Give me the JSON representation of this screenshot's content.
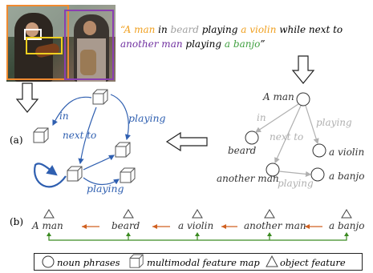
{
  "caption": {
    "tokens": [
      {
        "text": "“A man",
        "color": "#f0a020"
      },
      {
        "text": " in ",
        "color": "#000000"
      },
      {
        "text": "beard",
        "color": "#a0a0a0"
      },
      {
        "text": " playing ",
        "color": "#000000"
      },
      {
        "text": "a violin",
        "color": "#f0a020"
      },
      {
        "text": " while next to ",
        "color": "#000000"
      },
      {
        "text": "another man",
        "color": "#7030a0"
      },
      {
        "text": " playing ",
        "color": "#000000"
      },
      {
        "text": "a banjo",
        "color": "#40a040"
      },
      {
        "text": "”",
        "color": "#000000"
      }
    ]
  },
  "sections": {
    "a": "(a)",
    "b": "(b)"
  },
  "left_graph": {
    "edges": [
      "in",
      "next to",
      "playing",
      "playing"
    ],
    "edge_color": "#2f5fb0"
  },
  "right_graph": {
    "nodes": [
      "A man",
      "beard",
      "a violin",
      "another man",
      "a banjo"
    ],
    "edges": [
      "in",
      "next to",
      "playing",
      "playing"
    ]
  },
  "chain": {
    "items": [
      "A man",
      "beard",
      "a violin",
      "another man",
      "a banjo"
    ],
    "arrow_color": "#d06020",
    "link_color": "#3a8a20"
  },
  "legend": {
    "noun_phrases": "noun phrases",
    "feature_map": "multimodal feature map",
    "object_feature": "object feature"
  },
  "box_colors": {
    "orange": "#f08a30",
    "yellow": "#f0d020",
    "purple": "#8a3fb0",
    "white": "#ffffff"
  }
}
